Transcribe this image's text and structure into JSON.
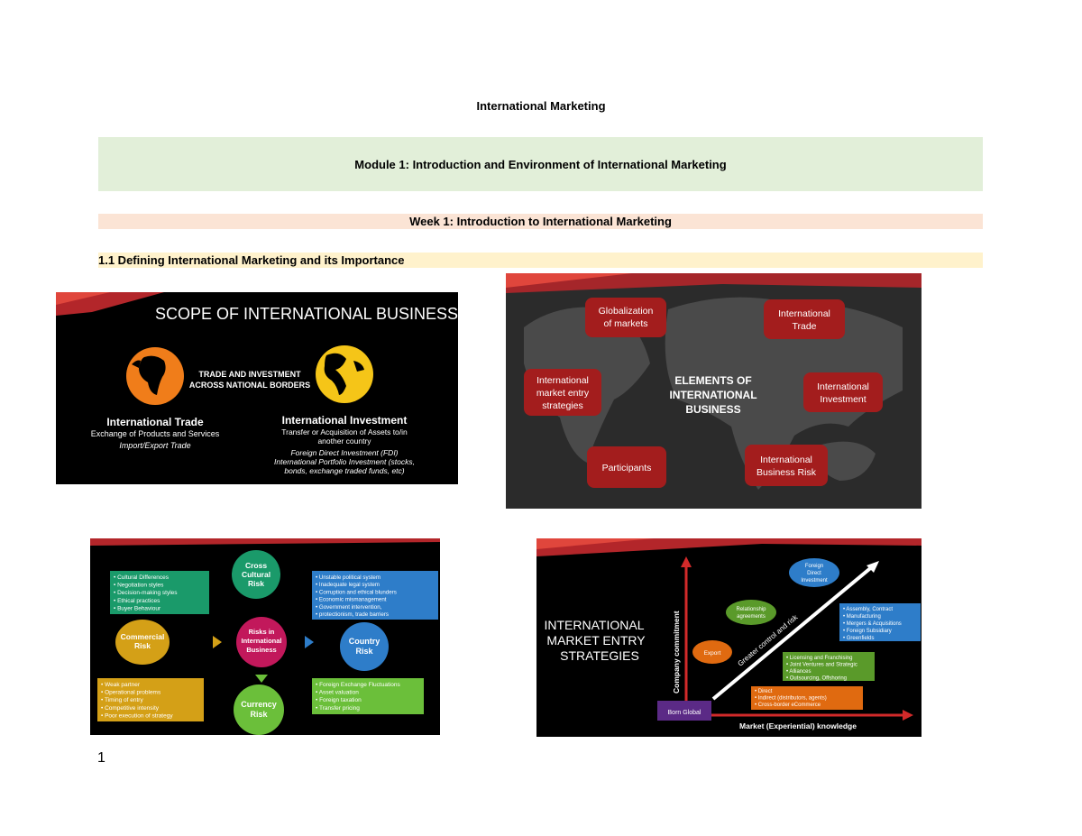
{
  "document": {
    "title": "International Marketing",
    "module": "Module 1: Introduction and Environment of International Marketing",
    "week": "Week 1: Introduction to International Marketing",
    "section": "1.1  Defining International Marketing and its Importance",
    "page_number": "1"
  },
  "slide_scope": {
    "title": "SCOPE OF INTERNATIONAL BUSINESS",
    "center_line1": "TRADE AND INVESTMENT",
    "center_line2": "ACROSS NATIONAL BORDERS",
    "trade_heading": "International Trade",
    "trade_line1": "Exchange of Products and Services",
    "trade_line2": "Import/Export Trade",
    "invest_heading": "International Investment",
    "invest_line1": "Transfer or Acquisition of Assets to/in",
    "invest_line2": "another country",
    "invest_line3": "Foreign Direct Investment (FDI)",
    "invest_line4": "International Portfolio Investment (stocks,",
    "invest_line5": "bonds, exchange traded funds, etc)",
    "colors": {
      "left_globe": "#f07d1a",
      "right_globe": "#f5c518",
      "accent": "#c0302a"
    }
  },
  "slide_elements": {
    "center_line1": "ELEMENTS OF",
    "center_line2": "INTERNATIONAL",
    "center_line3": "BUSINESS",
    "globalization_l1": "Globalization",
    "globalization_l2": "of markets",
    "trade_l1": "International",
    "trade_l2": "Trade",
    "entry_l1": "International",
    "entry_l2": "market entry",
    "entry_l3": "strategies",
    "investment_l1": "International",
    "investment_l2": "Investment",
    "participants": "Participants",
    "risk_l1": "International",
    "risk_l2": "Business Risk",
    "colors": {
      "box": "#a31d1d",
      "map": "#3a3a3a"
    }
  },
  "slide_risks": {
    "center_l1": "Risks in",
    "center_l2": "International",
    "center_l3": "Business",
    "cultural_l1": "Cross",
    "cultural_l2": "Cultural",
    "cultural_l3": "Risk",
    "commercial_l1": "Commercial",
    "commercial_l2": "Risk",
    "country_l1": "Country",
    "country_l2": "Risk",
    "currency_l1": "Currency",
    "currency_l2": "Risk",
    "cultural_items": [
      "Cultural Differences",
      "Negotiation styles",
      "Decision-making styles",
      "Ethical practices",
      "Buyer Behaviour"
    ],
    "country_items": [
      "Unstable political system",
      "Inadequate legal system",
      "Corruption and ethical blunders",
      "Economic mismanagement",
      "Government intervention,",
      "protectionism, trade barriers"
    ],
    "commercial_items": [
      "Weak partner",
      "Operational problems",
      "Timing of entry",
      "Competitive intensity",
      "Poor execution of strategy"
    ],
    "currency_items": [
      "Foreign Exchange Fluctuations",
      "Asset valuation",
      "Foreign taxation",
      "Transfer pricing"
    ],
    "colors": {
      "cultural": "#1a9a6a",
      "commercial": "#d4a017",
      "country": "#2e7dc9",
      "currency": "#6bbf3a",
      "center": "#c2185b"
    }
  },
  "slide_entry": {
    "title_l1": "INTERNATIONAL",
    "title_l2": "MARKET ENTRY",
    "title_l3": "STRATEGIES",
    "y_axis": "Company commitment",
    "x_axis": "Market (Experiential) knowledge",
    "diagonal": "Greater control and risk",
    "born_global": "Born Global",
    "fdi_l1": "Foreign",
    "fdi_l2": "Direct",
    "fdi_l3": "Investment",
    "relationship_l1": "Relationship",
    "relationship_l2": "agreements",
    "export": "Export",
    "fdi_items": [
      "Assembly, Contract",
      "Manufacturing",
      "Mergers & Acquisitions",
      "Foreign Subsidiary",
      "Greenfields"
    ],
    "relationship_items": [
      "Licensing and Franchising",
      "Joint Ventures and Strategic",
      "Alliances",
      "Outsourcing, Offshoring"
    ],
    "export_items": [
      "Direct",
      "Indirect (distributors, agents)",
      "Cross-border eCommerce"
    ],
    "colors": {
      "fdi": "#2e7dc9",
      "relationship": "#5a9a2a",
      "export": "#e06a10",
      "born_global": "#5b2a86",
      "axis": "#d22a2a"
    }
  }
}
